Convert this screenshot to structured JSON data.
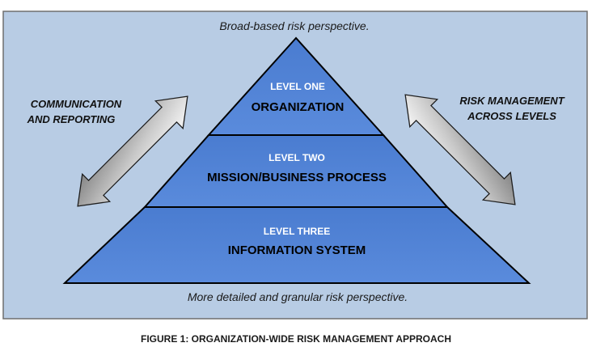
{
  "top_perspective": "Broad-based risk perspective.",
  "bottom_perspective": "More detailed and granular risk perspective.",
  "left_arrow_label": [
    "COMMUNICATION",
    "AND REPORTING"
  ],
  "right_arrow_label": [
    "RISK MANAGEMENT",
    "ACROSS LEVELS"
  ],
  "levels": [
    {
      "level": "LEVEL ONE",
      "name": "ORGANIZATION"
    },
    {
      "level": "LEVEL TWO",
      "name": "MISSION/BUSINESS PROCESS"
    },
    {
      "level": "LEVEL THREE",
      "name": "INFORMATION SYSTEM"
    }
  ],
  "caption": "FIGURE 1:  ORGANIZATION-WIDE RISK MANAGEMENT APPROACH",
  "colors": {
    "panel_fill": "#b8cce4",
    "panel_border": "#6f6f6f",
    "pyramid_fill": "#4f81d6",
    "pyramid_outline": "#000000",
    "level_text": "#ffffff",
    "name_text": "#000000"
  }
}
